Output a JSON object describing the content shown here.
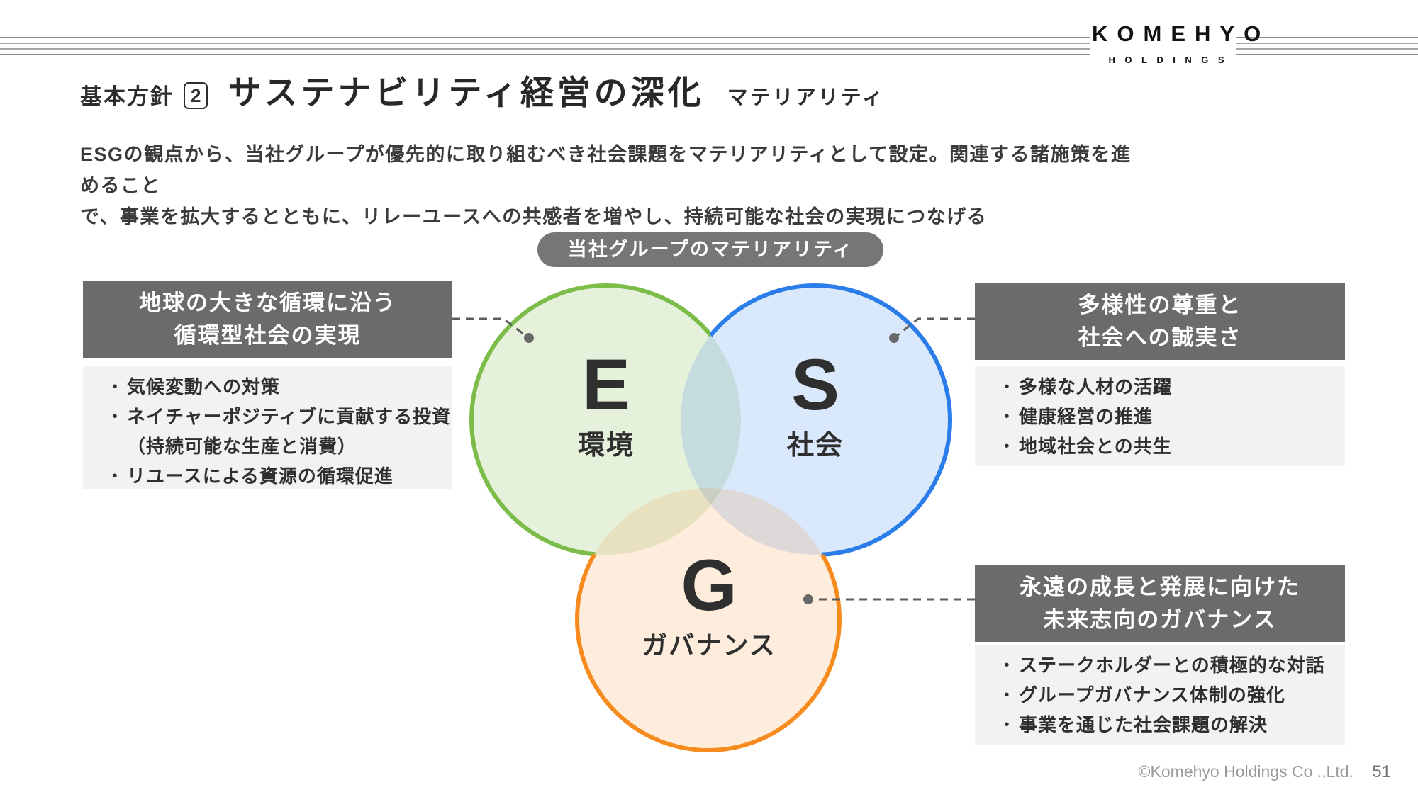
{
  "logo": {
    "wordmark": "KOMEHYO",
    "subtext": "HOLDINGS"
  },
  "header": {
    "policy_label": "基本方針",
    "policy_number": "2",
    "title": "サステナビリティ経営の深化",
    "subtitle": "マテリアリティ",
    "description_line1": "ESGの観点から、当社グループが優先的に取り組むべき社会課題をマテリアリティとして設定。関連する諸施策を進めること",
    "description_line2": "で、事業を拡大するとともに、リレーユースへの共感者を増やし、持続可能な社会の実現につなげる"
  },
  "badge": {
    "label": "当社グループのマテリアリティ"
  },
  "ui": {
    "bullet": "•"
  },
  "venn": {
    "environment": {
      "letter": "E",
      "label": "環境",
      "stroke_color": "#7cbd4a",
      "fill_color": "#76b43e"
    },
    "social": {
      "letter": "S",
      "label": "社会",
      "stroke_color": "#2b7de9",
      "fill_color": "#2f80e8"
    },
    "governance": {
      "letter": "G",
      "label": "ガバナンス",
      "stroke_color": "#f68c1f",
      "fill_color": "#f5891d"
    }
  },
  "topics": {
    "environment": {
      "title_line1": "地球の大きな循環に沿う",
      "title_line2": "循環型社会の実現",
      "bullets": [
        {
          "text": "気候変動への対策"
        },
        {
          "text": "ネイチャーポジティブに貢献する投資",
          "cont": "（持続可能な生産と消費）"
        },
        {
          "text": "リユースによる資源の循環促進"
        }
      ]
    },
    "social": {
      "title_line1": "多様性の尊重と",
      "title_line2": "社会への誠実さ",
      "bullets": [
        {
          "text": "多様な人材の活躍"
        },
        {
          "text": "健康経営の推進"
        },
        {
          "text": "地域社会との共生"
        }
      ]
    },
    "governance": {
      "title_line1": "永遠の成長と発展に向けた",
      "title_line2": "未来志向のガバナンス",
      "bullets": [
        {
          "text": "ステークホルダーとの積極的な対話"
        },
        {
          "text": "グループガバナンス体制の強化"
        },
        {
          "text": "事業を通じた社会課題の解決"
        }
      ]
    }
  },
  "footer": {
    "copyright": "©Komehyo Holdings Co .,Ltd.",
    "page": "51"
  }
}
